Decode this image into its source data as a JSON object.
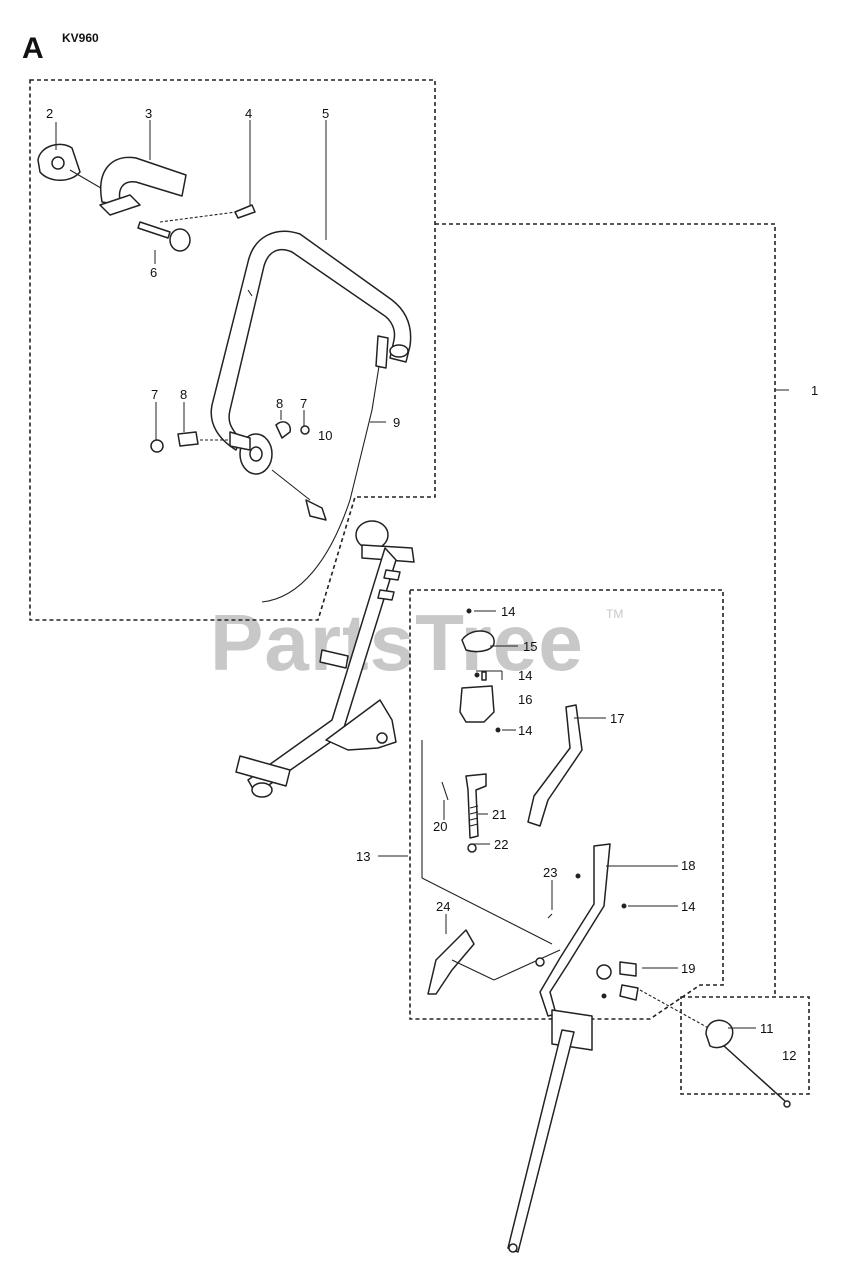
{
  "header": {
    "section_letter": "A",
    "model": "KV960"
  },
  "watermark": {
    "text": "PartsTree",
    "trademark": "TM"
  },
  "callouts": [
    {
      "id": "c2",
      "text": "2"
    },
    {
      "id": "c3",
      "text": "3"
    },
    {
      "id": "c4",
      "text": "4"
    },
    {
      "id": "c5",
      "text": "5"
    },
    {
      "id": "c6",
      "text": "6"
    },
    {
      "id": "c1",
      "text": "1"
    },
    {
      "id": "c7a",
      "text": "7"
    },
    {
      "id": "c8a",
      "text": "8"
    },
    {
      "id": "c8b",
      "text": "8"
    },
    {
      "id": "c7b",
      "text": "7"
    },
    {
      "id": "c9",
      "text": "9"
    },
    {
      "id": "c10",
      "text": "10"
    },
    {
      "id": "c14a",
      "text": "14"
    },
    {
      "id": "c15",
      "text": "15"
    },
    {
      "id": "c14b",
      "text": "14"
    },
    {
      "id": "c16",
      "text": "16"
    },
    {
      "id": "c14c",
      "text": "14"
    },
    {
      "id": "c17",
      "text": "17"
    },
    {
      "id": "c21",
      "text": "21"
    },
    {
      "id": "c20",
      "text": "20"
    },
    {
      "id": "c22",
      "text": "22"
    },
    {
      "id": "c13",
      "text": "13"
    },
    {
      "id": "c18",
      "text": "18"
    },
    {
      "id": "c23",
      "text": "23"
    },
    {
      "id": "c14d",
      "text": "14"
    },
    {
      "id": "c24",
      "text": "24"
    },
    {
      "id": "c19",
      "text": "19"
    },
    {
      "id": "c11",
      "text": "11"
    },
    {
      "id": "c12",
      "text": "12"
    }
  ]
}
